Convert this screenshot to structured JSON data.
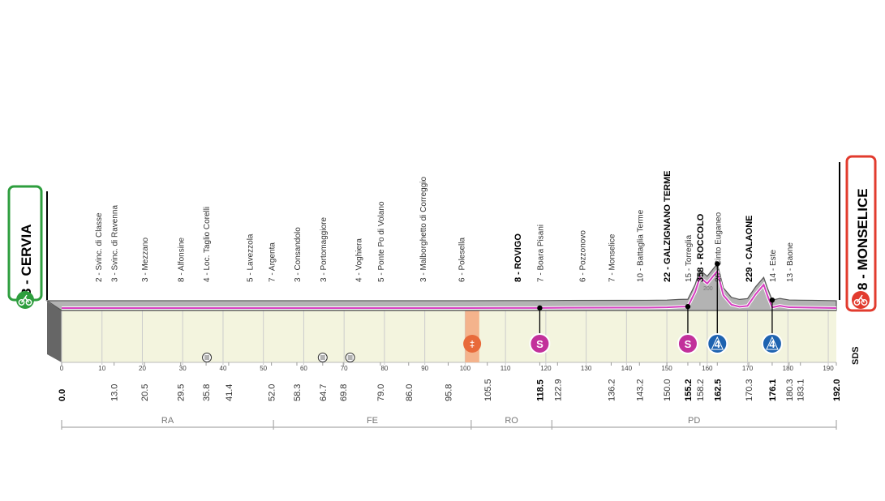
{
  "start": {
    "altitude": "3",
    "name": "CERVIA",
    "label": "3 - CERVIA",
    "color": "#2e9e3e",
    "icon": "cyclist-icon"
  },
  "finish": {
    "altitude": "8",
    "name": "MONSELICE",
    "label": "8 - MONSELICE",
    "color": "#e23b2e",
    "icon": "cyclist-icon"
  },
  "logo": {
    "text": "SDS"
  },
  "colors": {
    "profile_fill": "#b3b3b3",
    "profile_side": "#666666",
    "base_fill": "#f3f4de",
    "route_line": "#d63ec0",
    "km_line": "#888888"
  },
  "axis": {
    "km_min": 0,
    "km_max": 192,
    "ticks": [
      "0",
      "10",
      "20",
      "30",
      "40",
      "50",
      "60",
      "70",
      "80",
      "90",
      "100",
      "110",
      "120",
      "130",
      "140",
      "150",
      "160",
      "170",
      "180",
      "190"
    ]
  },
  "profile": [
    {
      "km": 0,
      "alt": 8
    },
    {
      "km": 10,
      "alt": 8
    },
    {
      "km": 20,
      "alt": 8
    },
    {
      "km": 40,
      "alt": 8
    },
    {
      "km": 60,
      "alt": 8
    },
    {
      "km": 80,
      "alt": 8
    },
    {
      "km": 100,
      "alt": 8
    },
    {
      "km": 110,
      "alt": 9
    },
    {
      "km": 118.5,
      "alt": 9
    },
    {
      "km": 125,
      "alt": 11
    },
    {
      "km": 145,
      "alt": 12
    },
    {
      "km": 150,
      "alt": 14
    },
    {
      "km": 153,
      "alt": 20
    },
    {
      "km": 155.2,
      "alt": 22
    },
    {
      "km": 157,
      "alt": 160
    },
    {
      "km": 158.2,
      "alt": 300
    },
    {
      "km": 160,
      "alt": 240
    },
    {
      "km": 162.5,
      "alt": 358
    },
    {
      "km": 164,
      "alt": 130
    },
    {
      "km": 166,
      "alt": 40
    },
    {
      "km": 168,
      "alt": 20
    },
    {
      "km": 170,
      "alt": 28
    },
    {
      "km": 172,
      "alt": 140
    },
    {
      "km": 174,
      "alt": 229
    },
    {
      "km": 175,
      "alt": 120
    },
    {
      "km": 176.1,
      "alt": 14
    },
    {
      "km": 178,
      "alt": 30
    },
    {
      "km": 180.3,
      "alt": 15
    },
    {
      "km": 183.1,
      "alt": 13
    },
    {
      "km": 186,
      "alt": 12
    },
    {
      "km": 189,
      "alt": 10
    },
    {
      "km": 192,
      "alt": 8
    }
  ],
  "checkpoints": [
    {
      "name": "Svinc. di Classe",
      "alt": "2",
      "sep": " - ",
      "km": "",
      "pos": 9.0,
      "bold": false
    },
    {
      "name": "Svinc. di Ravenna",
      "alt": "3",
      "sep": " - ",
      "km": "13.0",
      "pos": 13.0,
      "bold": false
    },
    {
      "name": "Mezzano",
      "alt": "3",
      "sep": " - ",
      "km": "20.5",
      "pos": 20.5,
      "bold": false
    },
    {
      "name": "Alfonsine",
      "alt": "8",
      "sep": " - ",
      "km": "29.5",
      "pos": 29.5,
      "bold": false
    },
    {
      "name": "Loc. Taglio Corelli",
      "alt": "4",
      "sep": " - ",
      "km": "35.8",
      "pos": 35.8,
      "bold": false
    },
    {
      "name": "Lavezzola",
      "alt": "5",
      "sep": " - ",
      "km": "41.4",
      "pos": 46.5,
      "bold": false
    },
    {
      "name": "Argenta",
      "alt": "7",
      "sep": " - ",
      "km": "52.0",
      "pos": 52.0,
      "bold": false
    },
    {
      "name": "Consandolo",
      "alt": "3",
      "sep": " - ",
      "km": "58.3",
      "pos": 58.3,
      "bold": false
    },
    {
      "name": "Portomaggiore",
      "alt": "3",
      "sep": " - ",
      "km": "64.7",
      "pos": 64.7,
      "bold": false
    },
    {
      "name": "Voghiera",
      "alt": "4",
      "sep": " - ",
      "km": "69.8",
      "pos": 73.5,
      "bold": false
    },
    {
      "name": "Ponte Po di Volano",
      "alt": "5",
      "sep": " - ",
      "km": "79.0",
      "pos": 79.0,
      "bold": false
    },
    {
      "name": "Malborghetto di Correggio",
      "alt": "3",
      "sep": " - ",
      "km": "86.0",
      "pos": 89.5,
      "bold": false
    },
    {
      "name": "Polesella",
      "alt": "6",
      "sep": " - ",
      "km": "95.8",
      "pos": 99.0,
      "bold": false
    },
    {
      "name": "ROVIGO",
      "alt": "8",
      "sep": " - ",
      "km": "105.5",
      "pos": 113.0,
      "bold": true
    },
    {
      "name": "Boara Pisani",
      "alt": "7",
      "sep": " - ",
      "km": "118.5",
      "pos": 118.5,
      "bold": false
    },
    {
      "name": "Pozzonovo",
      "alt": "6",
      "sep": " - ",
      "km": "122.9",
      "pos": 129.0,
      "bold": false
    },
    {
      "name": "Monselice",
      "alt": "7",
      "sep": " - ",
      "km": "136.2",
      "pos": 136.2,
      "bold": false
    },
    {
      "name": "Battaglia Terme",
      "alt": "10",
      "sep": " - ",
      "km": "143.2",
      "pos": 143.2,
      "bold": false
    },
    {
      "name": "GALZIGNANO TERME",
      "alt": "22",
      "sep": " - ",
      "km": "150.0",
      "pos": 150.0,
      "bold": true
    },
    {
      "name": "Torreglia",
      "alt": "15",
      "sep": " - ",
      "km": "155.2",
      "pos": 155.2,
      "bold": false
    },
    {
      "name": "ROCCOLO",
      "alt": "358",
      "sep": " - ",
      "km": "158.2",
      "pos": 158.2,
      "bold": true
    },
    {
      "name": "Cinto Euganeo",
      "alt": "26",
      "sep": " - ",
      "km": "162.5",
      "pos": 162.5,
      "bold": false
    },
    {
      "name": "CALAONE",
      "alt": "229",
      "sep": " - ",
      "km": "170.3",
      "pos": 170.3,
      "bold": true
    },
    {
      "name": "Este",
      "alt": "14",
      "sep": " - ",
      "km": "176.1",
      "pos": 176.1,
      "bold": false
    },
    {
      "name": "Baone",
      "alt": "13",
      "sep": " - ",
      "km": "180.3",
      "pos": 180.3,
      "bold": false
    }
  ],
  "distances": [
    {
      "text": "0.0",
      "km": 0,
      "bold": true
    },
    {
      "text": "13.0",
      "km": 13.0,
      "bold": false
    },
    {
      "text": "20.5",
      "km": 20.5,
      "bold": false
    },
    {
      "text": "29.5",
      "km": 29.5,
      "bold": false
    },
    {
      "text": "35.8",
      "km": 35.8,
      "bold": false
    },
    {
      "text": "41.4",
      "km": 41.4,
      "bold": false
    },
    {
      "text": "52.0",
      "km": 52.0,
      "bold": false
    },
    {
      "text": "58.3",
      "km": 58.3,
      "bold": false
    },
    {
      "text": "64.7",
      "km": 64.7,
      "bold": false
    },
    {
      "text": "69.8",
      "km": 69.8,
      "bold": false
    },
    {
      "text": "79.0",
      "km": 79.0,
      "bold": false
    },
    {
      "text": "86.0",
      "km": 86.0,
      "bold": false
    },
    {
      "text": "95.8",
      "km": 95.8,
      "bold": false
    },
    {
      "text": "105.5",
      "km": 105.5,
      "bold": false
    },
    {
      "text": "118.5",
      "km": 118.5,
      "bold": true
    },
    {
      "text": "122.9",
      "km": 122.9,
      "bold": false
    },
    {
      "text": "136.2",
      "km": 136.2,
      "bold": false
    },
    {
      "text": "143.2",
      "km": 143.2,
      "bold": false
    },
    {
      "text": "150.0",
      "km": 150.0,
      "bold": false
    },
    {
      "text": "155.2",
      "km": 155.2,
      "bold": true
    },
    {
      "text": "158.2",
      "km": 158.2,
      "bold": false
    },
    {
      "text": "162.5",
      "km": 162.5,
      "bold": true
    },
    {
      "text": "170.3",
      "km": 170.3,
      "bold": false
    },
    {
      "text": "176.1",
      "km": 176.1,
      "bold": true
    },
    {
      "text": "180.3",
      "km": 180.3,
      "bold": false
    },
    {
      "text": "183.1",
      "km": 183.1,
      "bold": false
    },
    {
      "text": "192.0",
      "km": 192.0,
      "bold": true
    }
  ],
  "regions": [
    {
      "label": "RA",
      "from": 0,
      "to": 52.5
    },
    {
      "label": "FE",
      "from": 52.5,
      "to": 101.5
    },
    {
      "label": "RO",
      "from": 101.5,
      "to": 121.5
    },
    {
      "label": "PD",
      "from": 121.5,
      "to": 192
    }
  ],
  "markers": [
    {
      "type": "sprint",
      "label": "S",
      "km": 118.5,
      "color": "#c2309b"
    },
    {
      "type": "sprint",
      "label": "S",
      "km": 155.2,
      "color": "#c2309b"
    },
    {
      "type": "kom",
      "label": "4",
      "km": 162.5,
      "color": "#1e63b0"
    },
    {
      "type": "kom",
      "label": "4",
      "km": 176.1,
      "color": "#1e63b0"
    }
  ],
  "feed_zone": {
    "from": 100,
    "to": 103.5,
    "icon": "fork-knife-icon",
    "color": "#e86a3a"
  },
  "rail_crossings": [
    36.0,
    64.7,
    71.5
  ],
  "elevation_tick": {
    "text": "200",
    "km": 160.2
  }
}
